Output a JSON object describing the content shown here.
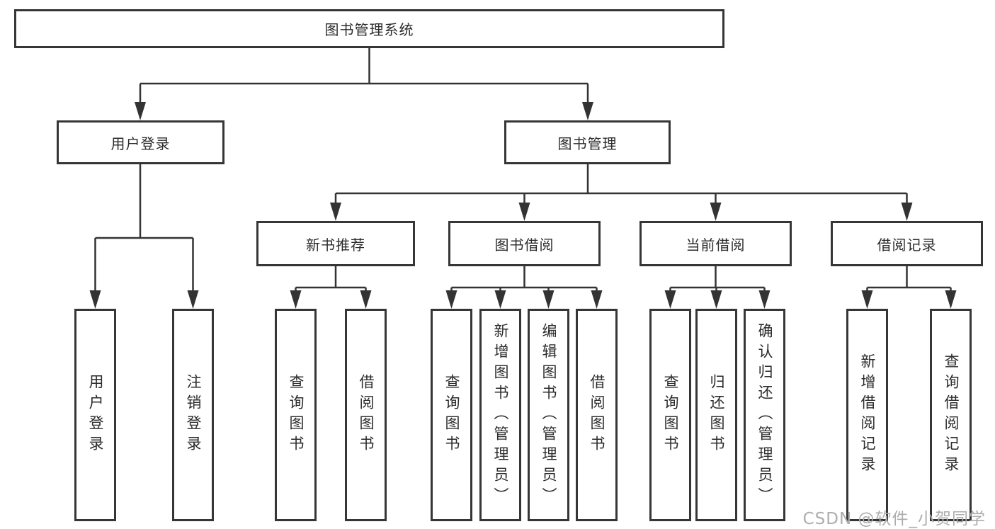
{
  "diagram": {
    "title_node": "图书管理系统",
    "nodes": {
      "root": "图书管理系统",
      "user_login": "用户登录",
      "book_mgmt": "图书管理",
      "new_book_rec": "新书推荐",
      "book_borrow": "图书借阅",
      "current_borrow": "当前借阅",
      "borrow_record": "借阅记录",
      "leaf_user_login": "用户登录",
      "leaf_logout": "注销登录",
      "leaf_query_book_1": "查询图书",
      "leaf_borrow_book_1": "借阅图书",
      "leaf_query_book_2": "查询图书",
      "leaf_add_book": "新增图书（管理员）",
      "leaf_edit_book": "编辑图书（管理员）",
      "leaf_borrow_book_2": "借阅图书",
      "leaf_query_book_3": "查询图书",
      "leaf_return_book": "归还图书",
      "leaf_confirm_return": "确认归还（管理员）",
      "leaf_add_record": "新增借阅记录",
      "leaf_query_record": "查询借阅记录"
    },
    "hierarchy": {
      "图书管理系统": [
        "用户登录",
        "图书管理"
      ],
      "用户登录": [
        "用户登录",
        "注销登录"
      ],
      "图书管理": [
        "新书推荐",
        "图书借阅",
        "当前借阅",
        "借阅记录"
      ],
      "新书推荐": [
        "查询图书",
        "借阅图书"
      ],
      "图书借阅": [
        "查询图书",
        "新增图书（管理员）",
        "编辑图书（管理员）",
        "借阅图书"
      ],
      "当前借阅": [
        "查询图书",
        "归还图书",
        "确认归还（管理员）"
      ],
      "借阅记录": [
        "新增借阅记录",
        "查询借阅记录"
      ]
    },
    "colors": {
      "line": "#333333",
      "border": "#363636",
      "text": "#2b2b2b",
      "watermark": "#adadad",
      "background": "#ffffff"
    }
  },
  "watermark": "CSDN @软件_小贺同学"
}
